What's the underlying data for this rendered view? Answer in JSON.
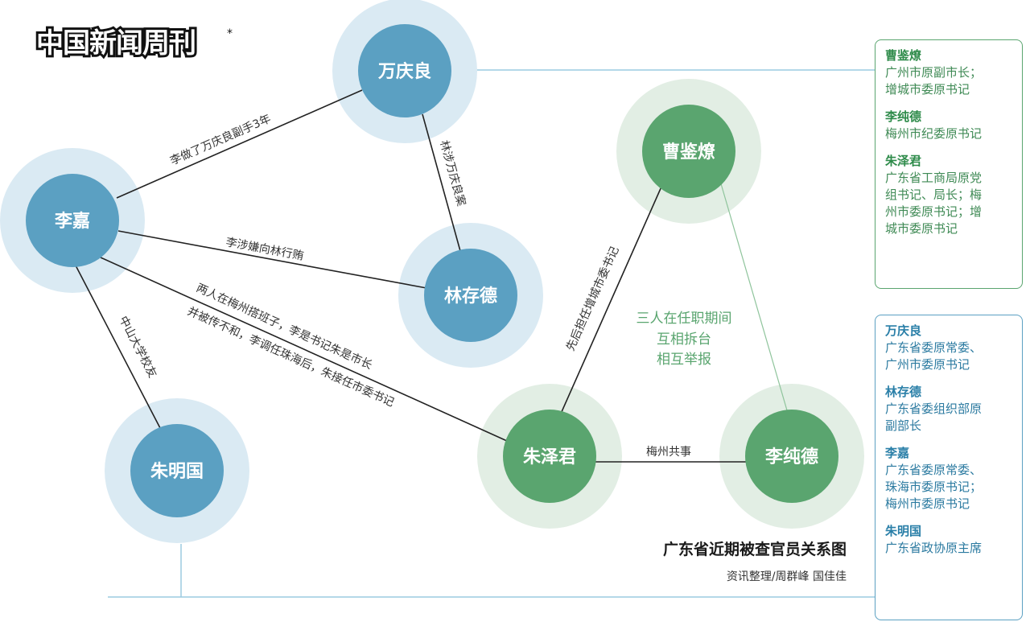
{
  "logo": "中国新闻周刊",
  "title": "广东省近期被查官员关系图",
  "credit": "资讯整理/周群峰 国佳佳",
  "colors": {
    "blue_node": "#5ba0c2",
    "blue_halo": "#daeaf3",
    "green_node": "#5aa56f",
    "green_halo": "#e2eee4",
    "green_text": "#5aa56f"
  },
  "nodes": [
    {
      "id": "wan",
      "label": "万庆良",
      "group": "blue"
    },
    {
      "id": "li",
      "label": "李嘉",
      "group": "blue"
    },
    {
      "id": "lin",
      "label": "林存德",
      "group": "blue"
    },
    {
      "id": "zhuming",
      "label": "朱明国",
      "group": "blue"
    },
    {
      "id": "cao",
      "label": "曹鉴燎",
      "group": "green"
    },
    {
      "id": "zhuze",
      "label": "朱泽君",
      "group": "green"
    },
    {
      "id": "lichun",
      "label": "李纯德",
      "group": "green"
    }
  ],
  "edges": [
    {
      "from": "li",
      "to": "wan",
      "label": "李做了万庆良副手3年"
    },
    {
      "from": "wan",
      "to": "lin",
      "label": "林涉万庆良案"
    },
    {
      "from": "li",
      "to": "lin",
      "label": "李涉嫌向林行贿"
    },
    {
      "from": "li",
      "to": "zhuming",
      "label": "中山大学校友"
    },
    {
      "from": "li",
      "to": "zhuze",
      "label": "两人在梅州搭班子，李是书记朱是市长",
      "label2": "并被传不和，李调任珠海后，朱接任市委书记"
    },
    {
      "from": "zhuze",
      "to": "cao",
      "label": "先后担任增城市委书记"
    },
    {
      "from": "zhuze",
      "to": "lichun",
      "label": "梅州共事"
    },
    {
      "from": "cao",
      "to": "lichun",
      "label": ""
    }
  ],
  "note": [
    "三人在任职期间",
    "互相拆台",
    "相互举报"
  ],
  "legend_green": [
    {
      "name": "曹鉴燎",
      "desc": [
        "广州市原副市长；",
        "增城市委原书记"
      ]
    },
    {
      "name": "李纯德",
      "desc": [
        "梅州市纪委原书记"
      ]
    },
    {
      "name": "朱泽君",
      "desc": [
        "广东省工商局原党",
        "组书记、局长；梅",
        "州市委原书记；增",
        "城市委原书记"
      ]
    }
  ],
  "legend_blue": [
    {
      "name": "万庆良",
      "desc": [
        "广东省委原常委、",
        "广州市委原书记"
      ]
    },
    {
      "name": "林存德",
      "desc": [
        "广东省委组织部原",
        "副部长"
      ]
    },
    {
      "name": "李嘉",
      "desc": [
        "广东省委原常委、",
        "珠海市委原书记；",
        "梅州市委原书记"
      ]
    },
    {
      "name": "朱明国",
      "desc": [
        "广东省政协原主席"
      ]
    }
  ]
}
